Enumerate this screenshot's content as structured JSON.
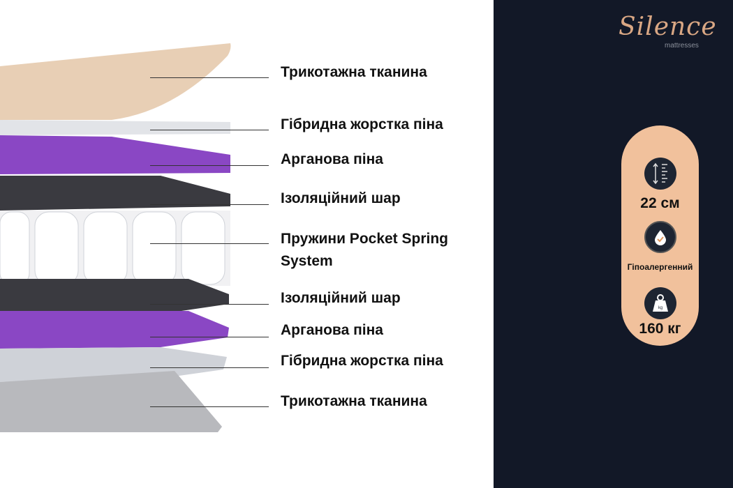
{
  "layers": [
    {
      "label": "Трикотажна тканина"
    },
    {
      "label": "Гібридна жорстка піна"
    },
    {
      "label": "Арганова піна"
    },
    {
      "label": "Ізоляційний шар"
    },
    {
      "label": "Пружини Pocket Spring System"
    },
    {
      "label": "Ізоляційний шар"
    },
    {
      "label": "Арганова піна"
    },
    {
      "label": "Гібридна жорстка піна"
    },
    {
      "label": "Трикотажна тканина"
    }
  ],
  "brand": {
    "name": "Silence",
    "sub": "mattresses"
  },
  "specs": {
    "height": {
      "icon": "height-ruler-icon",
      "text": "22 см"
    },
    "hypo": {
      "icon": "hypoallergenic-badge-icon",
      "text": "Гіпоалергенний"
    },
    "weight": {
      "icon": "weight-kg-icon",
      "text": "160 кг"
    }
  },
  "colors": {
    "panel": "#121827",
    "pill": "#f1c19c",
    "accent": "#d9a784",
    "purple": "#7b3fb0"
  }
}
